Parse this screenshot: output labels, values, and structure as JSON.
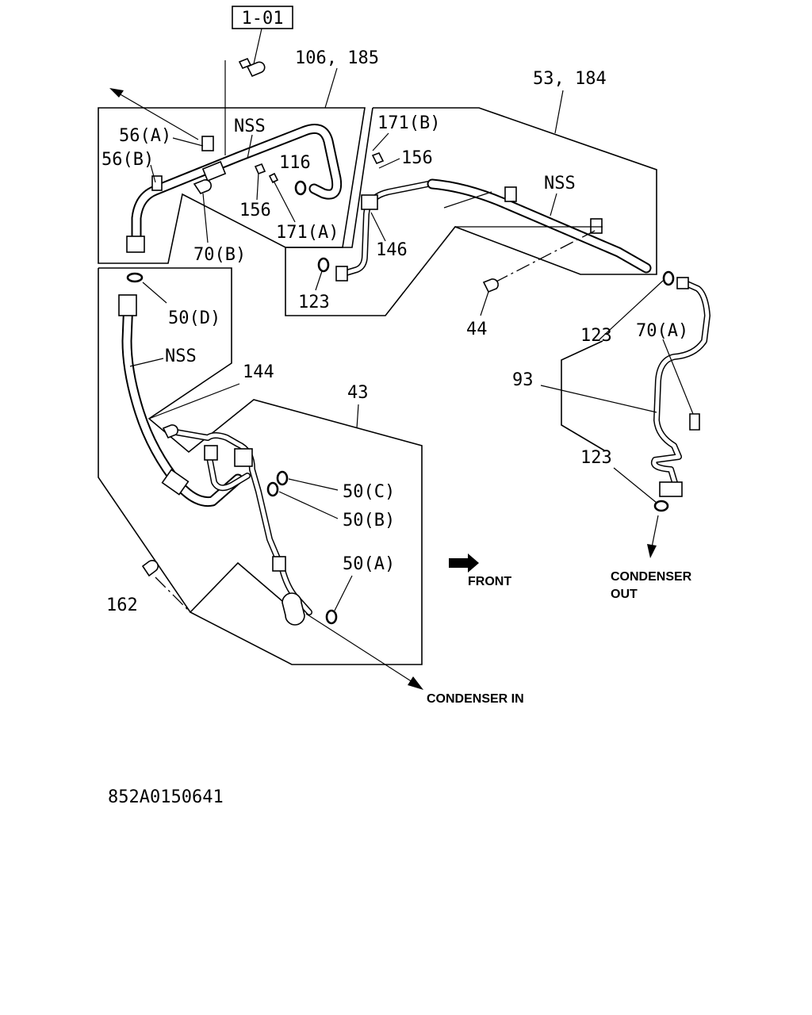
{
  "ref_box": "1-01",
  "diagram_code": "852A0150641",
  "labels": {
    "l_106_185": "106, 185",
    "l_53_184": "53, 184",
    "l_56a": "56(A)",
    "l_56b": "56(B)",
    "l_nss_top": "NSS",
    "l_116": "116",
    "l_156_left": "156",
    "l_171a": "171(A)",
    "l_70b": "70(B)",
    "l_171b": "171(B)",
    "l_156_right": "156",
    "l_nss_right": "NSS",
    "l_146": "146",
    "l_123_a": "123",
    "l_44": "44",
    "l_50d": "50(D)",
    "l_nss_left": "NSS",
    "l_144": "144",
    "l_43": "43",
    "l_123_b": "123",
    "l_70a": "70(A)",
    "l_93": "93",
    "l_123_c": "123",
    "l_50c": "50(C)",
    "l_50b": "50(B)",
    "l_50a": "50(A)",
    "l_162": "162",
    "l_front": "FRONT",
    "l_condenser_out_1": "CONDENSER",
    "l_condenser_out_2": "OUT",
    "l_condenser_in": "CONDENSER IN"
  },
  "icons": [
    "arrow-icon",
    "bolt-icon",
    "o-ring-icon",
    "clamp-icon",
    "front-arrow-icon"
  ]
}
